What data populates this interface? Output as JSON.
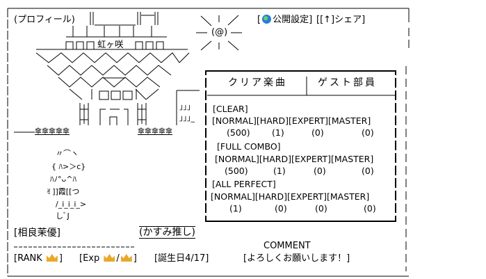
{
  "header": {
    "profile_label": "(プロフィール)",
    "public_setting_label": "公開設定",
    "share_label": "[[↑]シェア]",
    "sun_art": "(@)"
  },
  "art": {
    "sign": "虹ヶ咲",
    "windows_top": "□□□",
    "trees_left": "傘傘傘傘傘",
    "trees_right": "傘傘傘傘傘"
  },
  "stats": {
    "tabs": [
      {
        "label": "クリア楽曲"
      },
      {
        "label": "ゲスト部員"
      }
    ],
    "difficulty_headers": "[NORMAL][HARD][EXPERT][MASTER]",
    "sections": [
      {
        "title": "[CLEAR]",
        "values": [
          "(500)",
          "(1)",
          "(0)",
          "(0)"
        ]
      },
      {
        "title": "[FULL COMBO]",
        "values": [
          "(500)",
          "(1)",
          "(0)",
          "(0)"
        ]
      },
      {
        "title": "[ALL PERFECT]",
        "values": [
          "(1)",
          "(0)",
          "(0)",
          "(0)"
        ]
      }
    ]
  },
  "character": {
    "lines": [
      "〃⌒ヽ",
      "{ ﾊ>＞c}",
      "ﾊﾉ°ᴗ^ﾊ",
      "✌]]霞[[つ",
      "/_i_i_i_>",
      "しﾞJ"
    ]
  },
  "profile": {
    "name": "[相良茉優]",
    "oshi": "(かすみ推し)",
    "rank_label": "[RANK",
    "exp_label": "[Exp",
    "birthday": "[誕生日4/17]",
    "comment_title": "COMMENT",
    "comment": "[よろしくお願いします！]"
  },
  "colors": {
    "crown": "#e8a928",
    "globe": "#2b7bd8"
  }
}
